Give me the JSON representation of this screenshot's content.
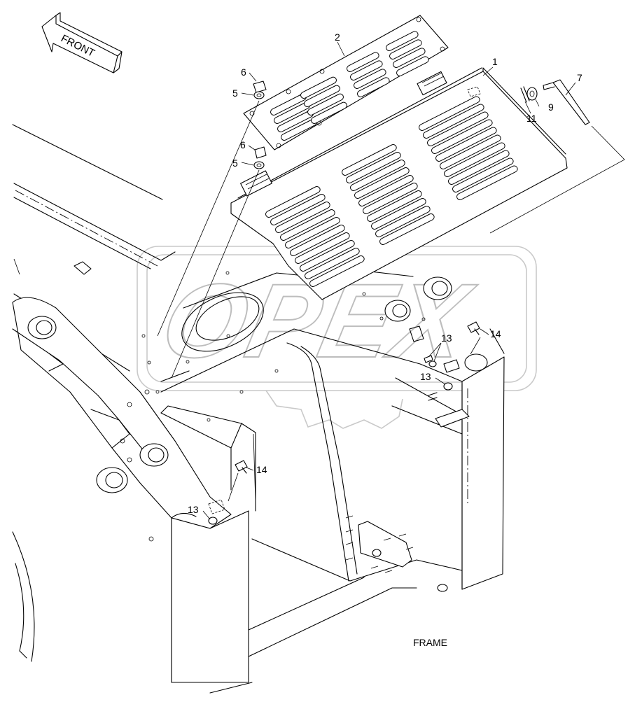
{
  "direction_arrow": {
    "label": "FRONT"
  },
  "watermark": {
    "text": "OPEX"
  },
  "frame_label": "FRAME",
  "callouts": [
    {
      "id": "c1",
      "text": "1"
    },
    {
      "id": "c2",
      "text": "2"
    },
    {
      "id": "c5a",
      "text": "5"
    },
    {
      "id": "c5b",
      "text": "5"
    },
    {
      "id": "c6a",
      "text": "6"
    },
    {
      "id": "c6b",
      "text": "6"
    },
    {
      "id": "c7",
      "text": "7"
    },
    {
      "id": "c9",
      "text": "9"
    },
    {
      "id": "c11",
      "text": "11"
    },
    {
      "id": "c13a",
      "text": "13"
    },
    {
      "id": "c13b",
      "text": "13"
    },
    {
      "id": "c13c",
      "text": "13"
    },
    {
      "id": "c14a",
      "text": "14"
    },
    {
      "id": "c14b",
      "text": "14"
    }
  ]
}
